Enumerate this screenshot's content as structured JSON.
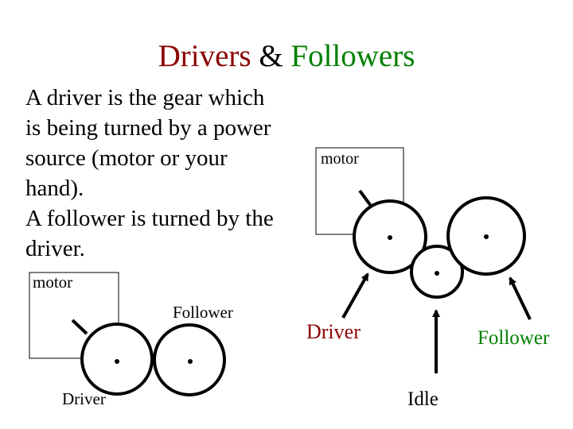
{
  "title": {
    "part1": "Drivers",
    "part2": "&",
    "part3": "Followers"
  },
  "colors": {
    "drivers": "#8b0000",
    "followers": "#008000"
  },
  "body_lines": [
    "A driver is the gear which",
    "is being turned by a power",
    "source (motor or your",
    "hand).",
    "A follower is turned by the",
    "driver."
  ],
  "labels": {
    "motor_top": "motor",
    "motor_left": "motor",
    "follower_left": "Follower",
    "driver_left": "Driver",
    "driver_right": "Driver",
    "follower_right": "Follower",
    "idle": "Idle"
  }
}
